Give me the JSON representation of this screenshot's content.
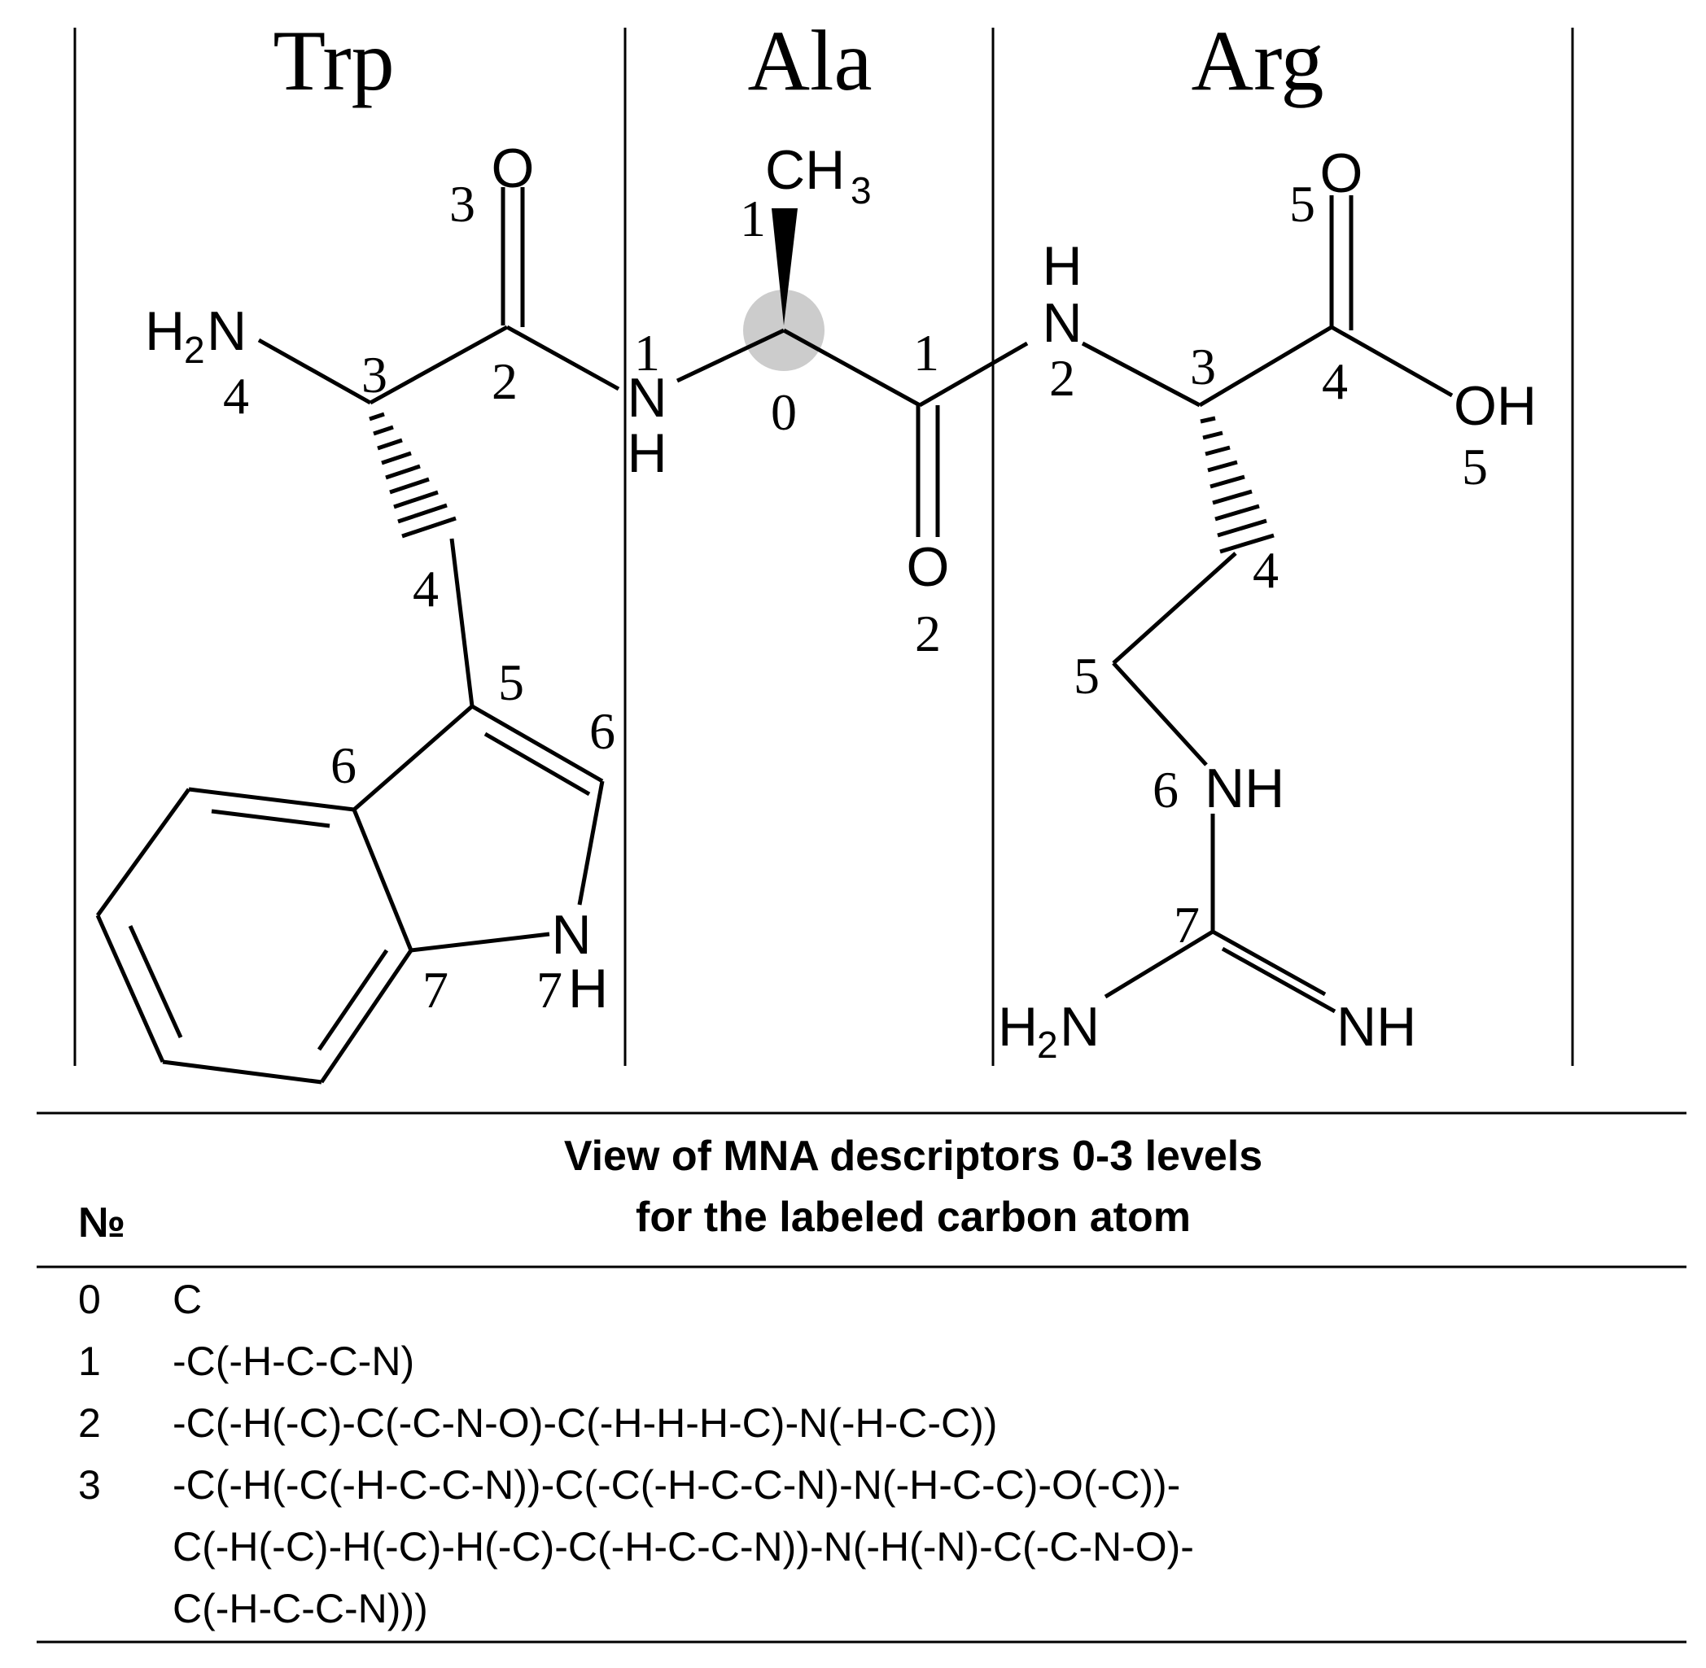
{
  "residues": {
    "trp": "Trp",
    "ala": "Ala",
    "arg": "Arg"
  },
  "atoms": {
    "o_trp": "O",
    "h2n_h": "H",
    "h2n_2": "2",
    "h2n_n": "N",
    "n1": "N",
    "h1": "H",
    "ch3_ch": "CH",
    "ch3_3": "3",
    "o_ala": "O",
    "n_arg_n": "N",
    "n_arg_h": "H",
    "o_arg": "O",
    "oh": "OH",
    "n_indole": "N",
    "nh_indole_h": "H",
    "nh6": "NH",
    "nh_imine": "NH",
    "h2n2_h": "H",
    "h2n2_2": "2",
    "h2n2_n": "N"
  },
  "labels": {
    "trp_3_top": "3",
    "trp_4_amine": "4",
    "trp_3_ca": "3",
    "trp_2": "2",
    "trp_4_cb": "4",
    "trp_5": "5",
    "trp_6_ring": "6",
    "trp_6_c": "6",
    "trp_7": "7",
    "trp_7_n": "7",
    "ala_1_n": "1",
    "ala_1_ch3": "1",
    "ala_0": "0",
    "ala_1_c": "1",
    "ala_2_o": "2",
    "arg_2_n": "2",
    "arg_5_o": "5",
    "arg_3": "3",
    "arg_4_c": "4",
    "arg_5_oh": "5",
    "arg_4_cb": "4",
    "arg_5_cg": "5",
    "arg_6": "6",
    "arg_7": "7"
  },
  "table": {
    "col_no": "№",
    "col_desc_line1": "View of MNA descriptors 0-3 levels",
    "col_desc_line2": "for the labeled carbon atom",
    "rows": [
      {
        "no": "0",
        "lines": [
          "C"
        ]
      },
      {
        "no": "1",
        "lines": [
          "-C(-H-C-C-N)"
        ]
      },
      {
        "no": "2",
        "lines": [
          "-C(-H(-C)-C(-C-N-O)-C(-H-H-H-C)-N(-H-C-C))"
        ]
      },
      {
        "no": "3",
        "lines": [
          "-C(-H(-C(-H-C-C-N))-C(-C(-H-C-C-N)-N(-H-C-C)-O(-C))-",
          "C(-H(-C)-H(-C)-H(-C)-C(-H-C-C-N))-N(-H(-N)-C(-C-N-O)-",
          "C(-H-C-C-N)))"
        ]
      }
    ]
  },
  "colors": {
    "ink": "#000000",
    "highlight": "#cccccc"
  }
}
